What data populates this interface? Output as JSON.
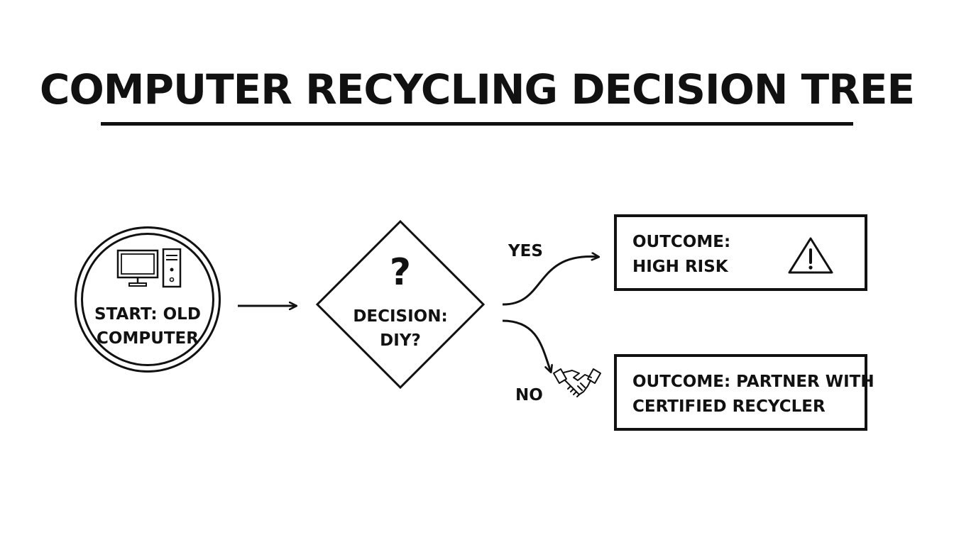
{
  "title": "COMPUTER RECYCLING DECISION TREE",
  "start": {
    "line1": "START: OLD",
    "line2": "COMPUTER",
    "icon": "desktop-computer-icon"
  },
  "decision": {
    "mark": "?",
    "line1": "DECISION:",
    "line2": "DIY?"
  },
  "branches": {
    "yes_label": "YES",
    "no_label": "NO",
    "no_icon": "handshake-icon"
  },
  "outcomes": {
    "high_risk": {
      "line1": "OUTCOME:",
      "line2": "HIGH RISK",
      "icon": "warning-icon"
    },
    "partner": {
      "line1": "OUTCOME: PARTNER WITH",
      "line2": "CERTIFIED RECYCLER"
    }
  },
  "colors": {
    "ink": "#111111",
    "background": "#ffffff"
  }
}
